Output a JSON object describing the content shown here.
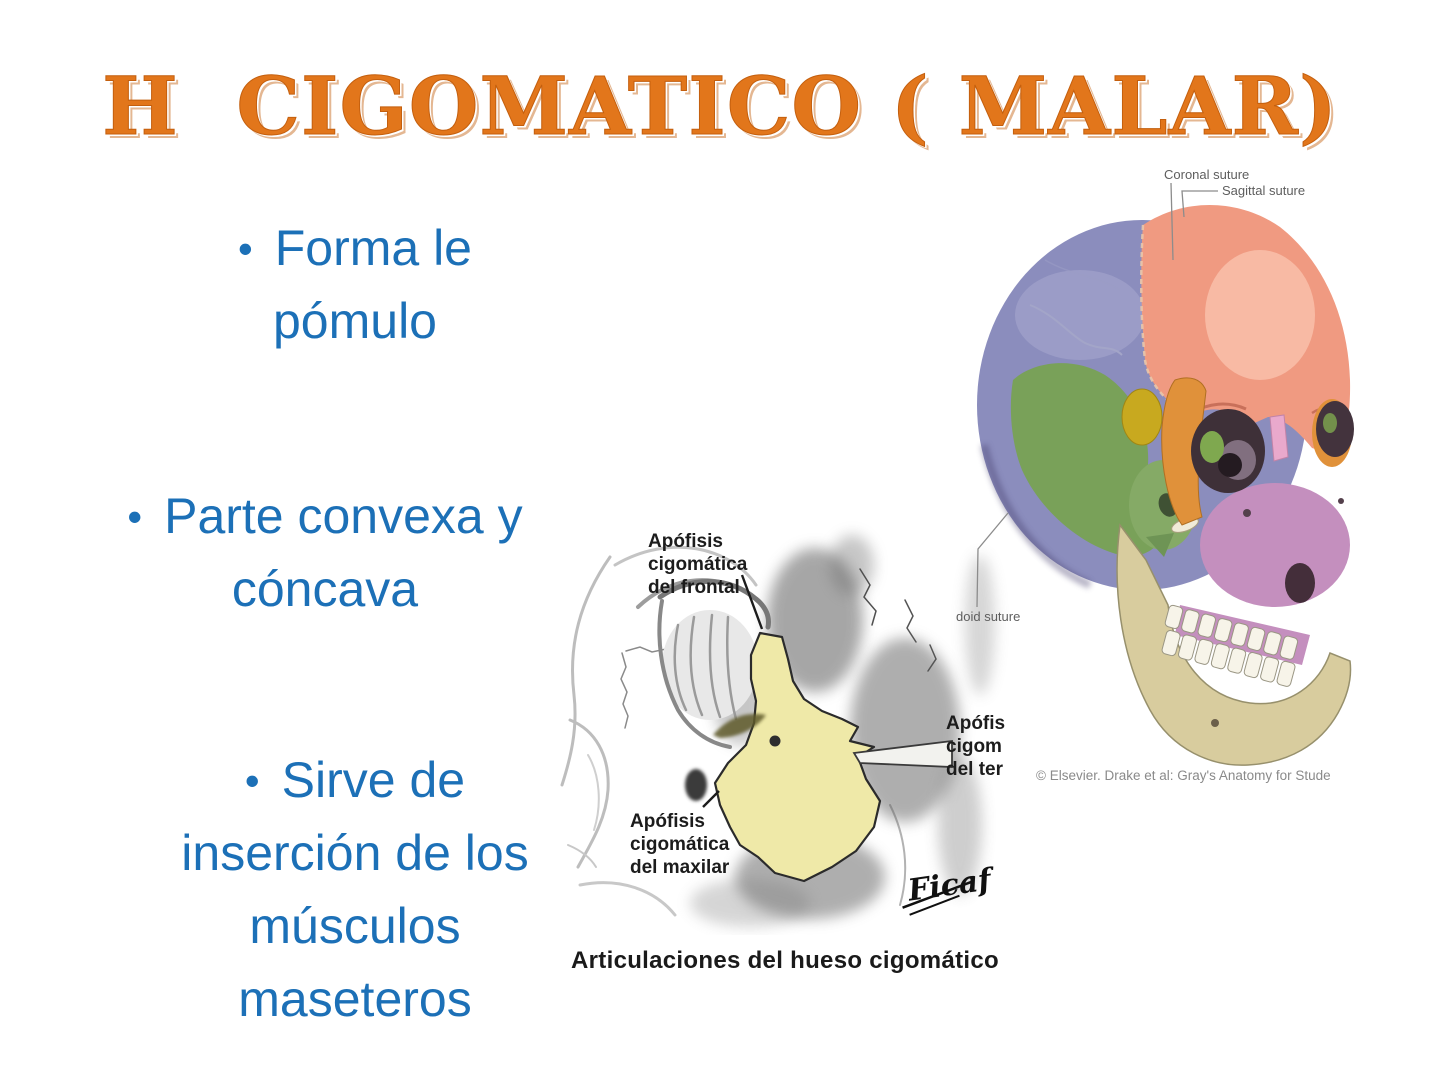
{
  "slide": {
    "title": "H  CIGOMATICO ( MALAR)",
    "title_color": "#E2761B",
    "bullet_color": "#1C70B7",
    "bullet_glyph": "•",
    "bullets": [
      {
        "lines": [
          "Forma le",
          "pómulo"
        ]
      },
      {
        "lines": [
          "Parte convexa y",
          "cóncava"
        ]
      },
      {
        "lines": [
          "Sirve de",
          "inserción de los",
          "músculos",
          "maseteros"
        ]
      }
    ]
  },
  "zygoma_figure": {
    "bone_color": "#EFE9A8",
    "labels": {
      "frontal": {
        "lines": [
          "Apófisis",
          "cigomática",
          "del frontal"
        ]
      },
      "temporal": {
        "lines": [
          "Apófis",
          "cigom",
          "del ter"
        ]
      },
      "maxillary": {
        "lines": [
          "Apófisis",
          "cigomática",
          "del maxilar"
        ]
      }
    },
    "signature": "Ficaf",
    "caption": "Articulaciones del hueso cigomático"
  },
  "skull_figure": {
    "labels": {
      "coronal": "Coronal suture",
      "sagittal": "Sagittal suture",
      "lambdoid": "doid suture"
    },
    "credit": "© Elsevier. Drake et al: Gray's Anatomy for Stude",
    "colors": {
      "parietal": "#8B8DBD",
      "frontal": "#F09A81",
      "occipital": "#79A159",
      "temporal": "#85AA66",
      "sphenoid": "#C8A91F",
      "zygomatic": "#E0913A",
      "maxilla": "#C48FBE",
      "mandible": "#D8CC9E"
    }
  }
}
